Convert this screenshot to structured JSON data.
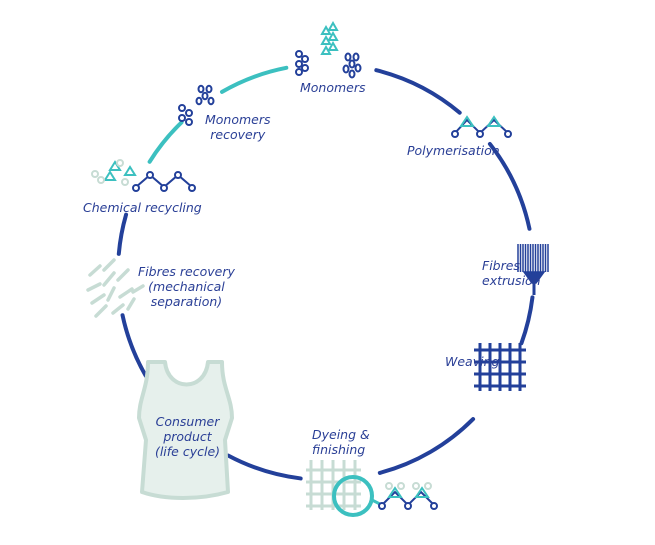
{
  "colors": {
    "navy": "#23409a",
    "teal": "#3cc0c0",
    "pale": "#c7dcd4",
    "text": "#2a3f96"
  },
  "steps": [
    {
      "id": "monomers",
      "label": "Monomers",
      "icon": "monomers-icon"
    },
    {
      "id": "polymerisation",
      "label": "Polymerisation",
      "icon": "polymer-chain-icon"
    },
    {
      "id": "fibres-extrusion",
      "label_lines": [
        "Fibres",
        "extrusion"
      ],
      "icon": "spinneret-icon"
    },
    {
      "id": "weaving",
      "label": "Weaving",
      "icon": "woven-grid-icon"
    },
    {
      "id": "dyeing",
      "label_lines": [
        "Dyeing &",
        "finishing"
      ],
      "icon": "magnifier-fabric-icon"
    },
    {
      "id": "consumer",
      "label_lines": [
        "Consumer",
        "product",
        "(life cycle)"
      ],
      "icon": "tank-top-icon"
    },
    {
      "id": "fibres-recovery",
      "label_lines": [
        "Fibres recovery",
        "(mechanical",
        "separation)"
      ],
      "icon": "fibres-icon"
    },
    {
      "id": "chemical-recycling",
      "label": "Chemical recycling",
      "icon": "chain-break-icon"
    },
    {
      "id": "monomers-recovery",
      "label_lines": [
        "Monomers",
        "recovery"
      ],
      "icon": "monomers-small-icon"
    }
  ]
}
